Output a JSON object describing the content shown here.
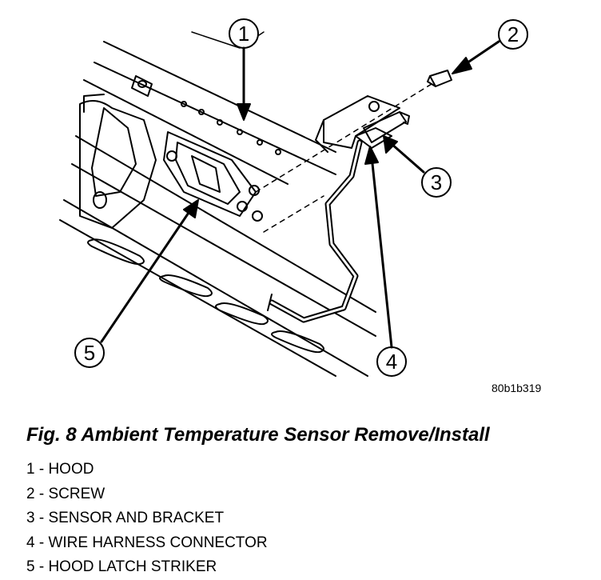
{
  "figure": {
    "code": "80b1b319",
    "callouts": [
      "1",
      "2",
      "3",
      "4",
      "5"
    ],
    "caption": "Fig. 8 Ambient Temperature Sensor Remove/Install"
  },
  "legend": [
    "1 - HOOD",
    "2 - SCREW",
    "3 - SENSOR AND BRACKET",
    "4 - WIRE HARNESS CONNECTOR",
    "5 - HOOD LATCH STRIKER"
  ]
}
